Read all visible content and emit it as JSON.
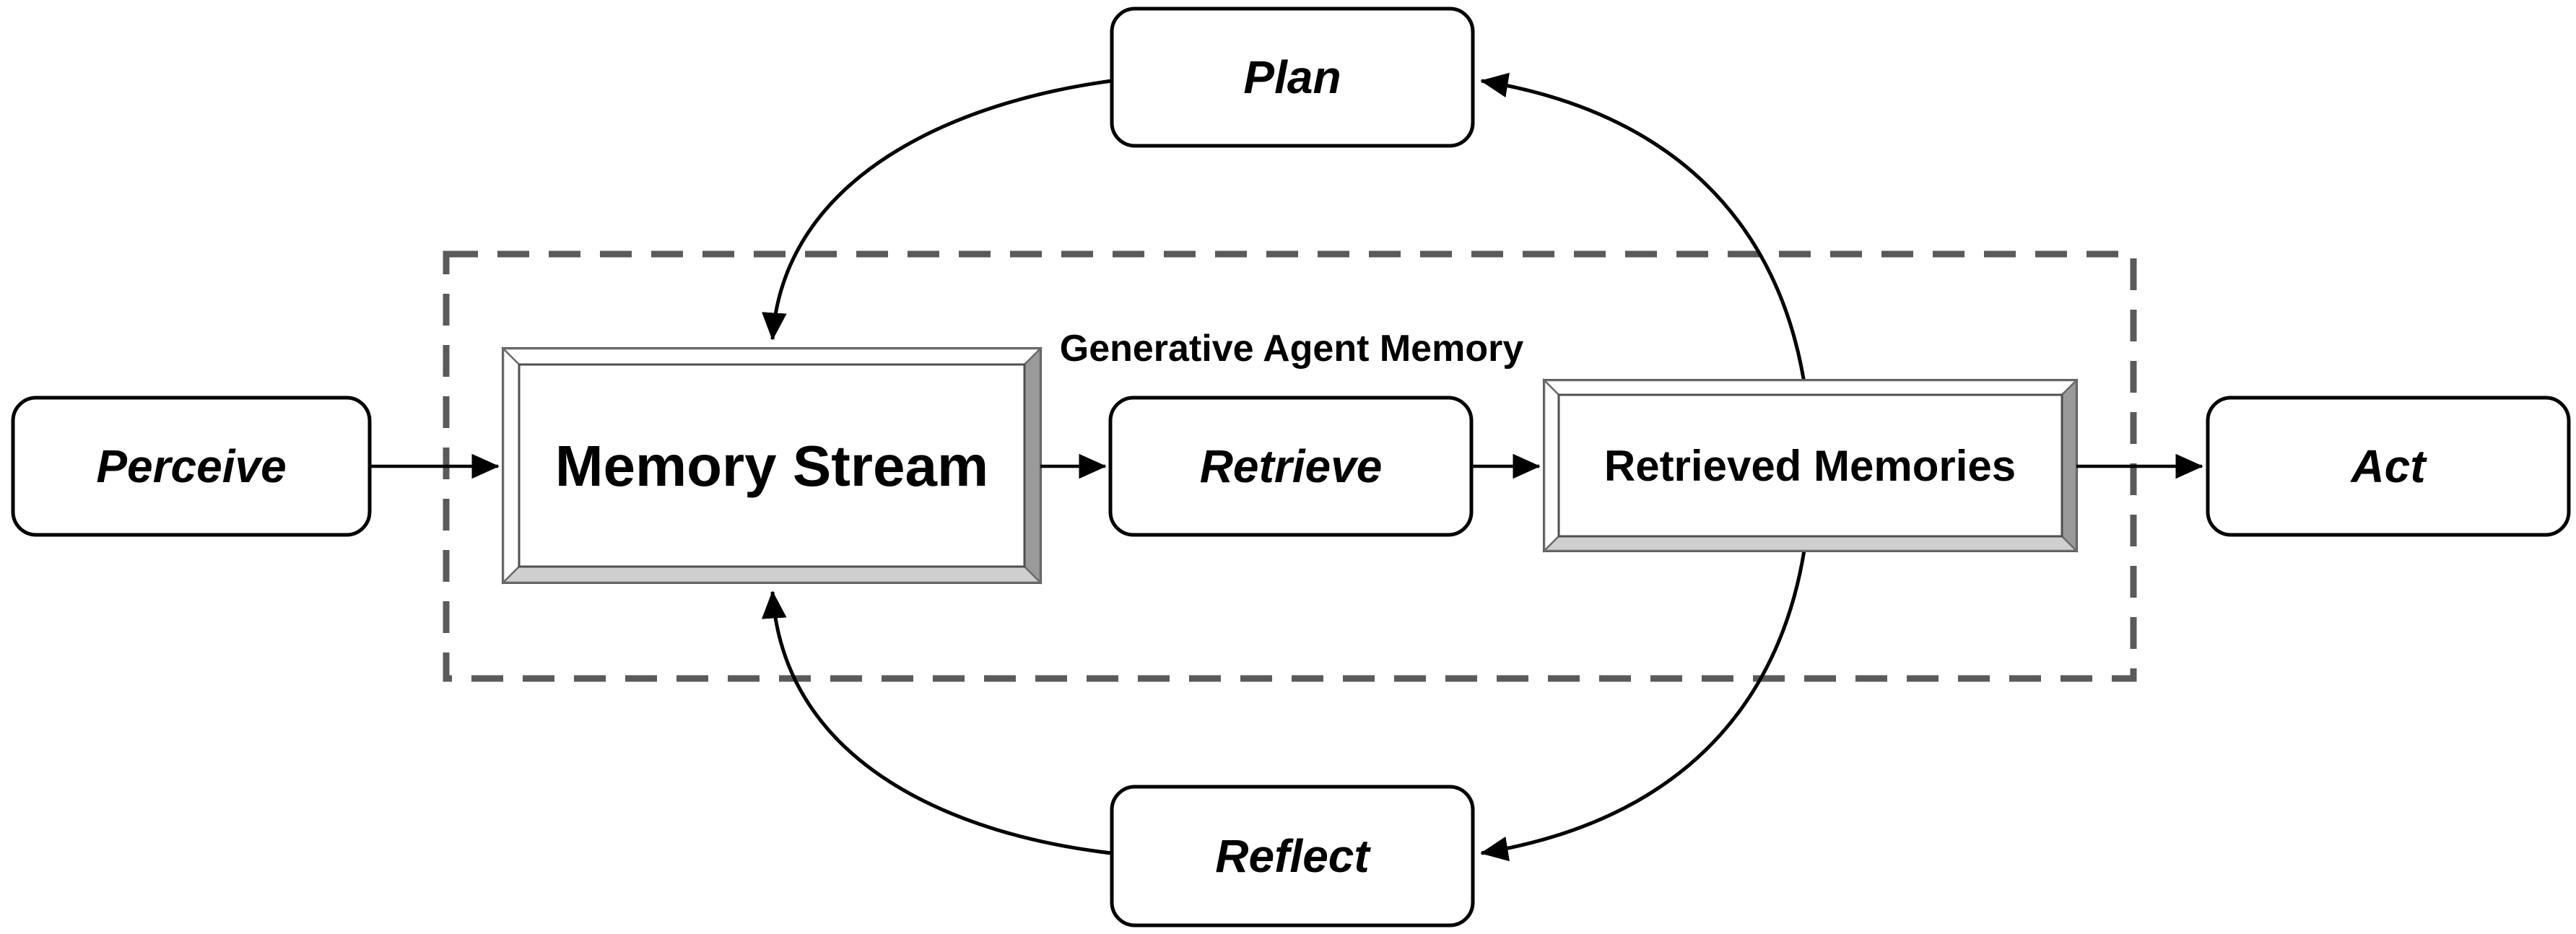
{
  "boundary": {
    "label": "Generative Agent Memory"
  },
  "nodes": {
    "perceive": {
      "label": "Perceive",
      "shape": "rounded-rect"
    },
    "memory_stream": {
      "label": "Memory Stream",
      "shape": "beveled-frame"
    },
    "retrieve": {
      "label": "Retrieve",
      "shape": "rounded-rect"
    },
    "retrieved_memories": {
      "label": "Retrieved Memories",
      "shape": "beveled-frame"
    },
    "act": {
      "label": "Act",
      "shape": "rounded-rect"
    },
    "plan": {
      "label": "Plan",
      "shape": "rounded-rect"
    },
    "reflect": {
      "label": "Reflect",
      "shape": "rounded-rect"
    }
  },
  "edges": [
    {
      "from": "Perceive",
      "to": "Memory Stream",
      "style": "straight-arrow"
    },
    {
      "from": "Memory Stream",
      "to": "Retrieve",
      "style": "straight-arrow"
    },
    {
      "from": "Retrieve",
      "to": "Retrieved Memories",
      "style": "straight-arrow"
    },
    {
      "from": "Retrieved Memories",
      "to": "Act",
      "style": "straight-arrow"
    },
    {
      "from": "Retrieved Memories",
      "to": "Plan",
      "style": "curved-arrow"
    },
    {
      "from": "Plan",
      "to": "Memory Stream",
      "style": "curved-arrow"
    },
    {
      "from": "Retrieved Memories",
      "to": "Reflect",
      "style": "curved-arrow"
    },
    {
      "from": "Reflect",
      "to": "Memory Stream",
      "style": "curved-arrow"
    }
  ],
  "colors": {
    "line": "#000000",
    "node_fill": "#ffffff",
    "node_border": "#000000",
    "frame_border": "#4f4f4f",
    "bevel_light": "#ffffff",
    "bevel_right": "#9a9a9a",
    "bevel_bottom": "#cfcfcf",
    "boundary_dash": "#5a5a5a",
    "background": "#ffffff"
  }
}
